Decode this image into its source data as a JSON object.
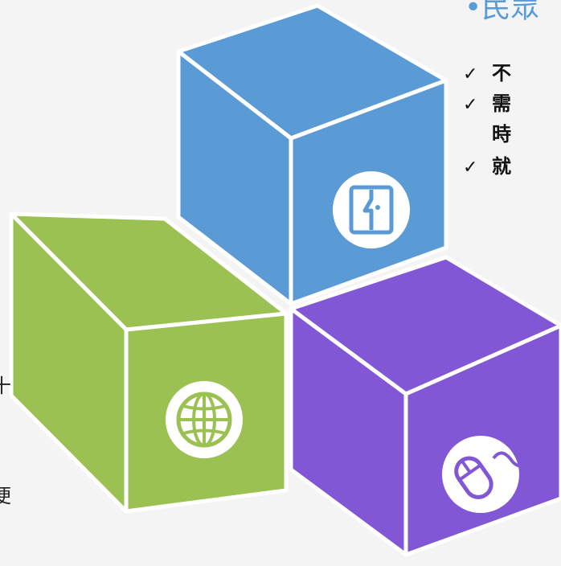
{
  "heading": "•民眾",
  "checklist": [
    {
      "check": "✓",
      "text": "不"
    },
    {
      "check": "✓",
      "text": "需"
    },
    {
      "check": "",
      "text": "時"
    },
    {
      "check": "✓",
      "text": "就"
    }
  ],
  "left_fragments": [
    "十",
    "便"
  ],
  "colors": {
    "background": "#f4f4f4",
    "blue_cube": "#5b9bd5",
    "green_cube": "#9bc153",
    "purple_cube": "#8257d6",
    "edge": "#ffffff"
  },
  "cubes": [
    {
      "name": "blue",
      "icon": "door-icon"
    },
    {
      "name": "green",
      "icon": "globe-icon"
    },
    {
      "name": "purple",
      "icon": "mouse-icon"
    }
  ]
}
